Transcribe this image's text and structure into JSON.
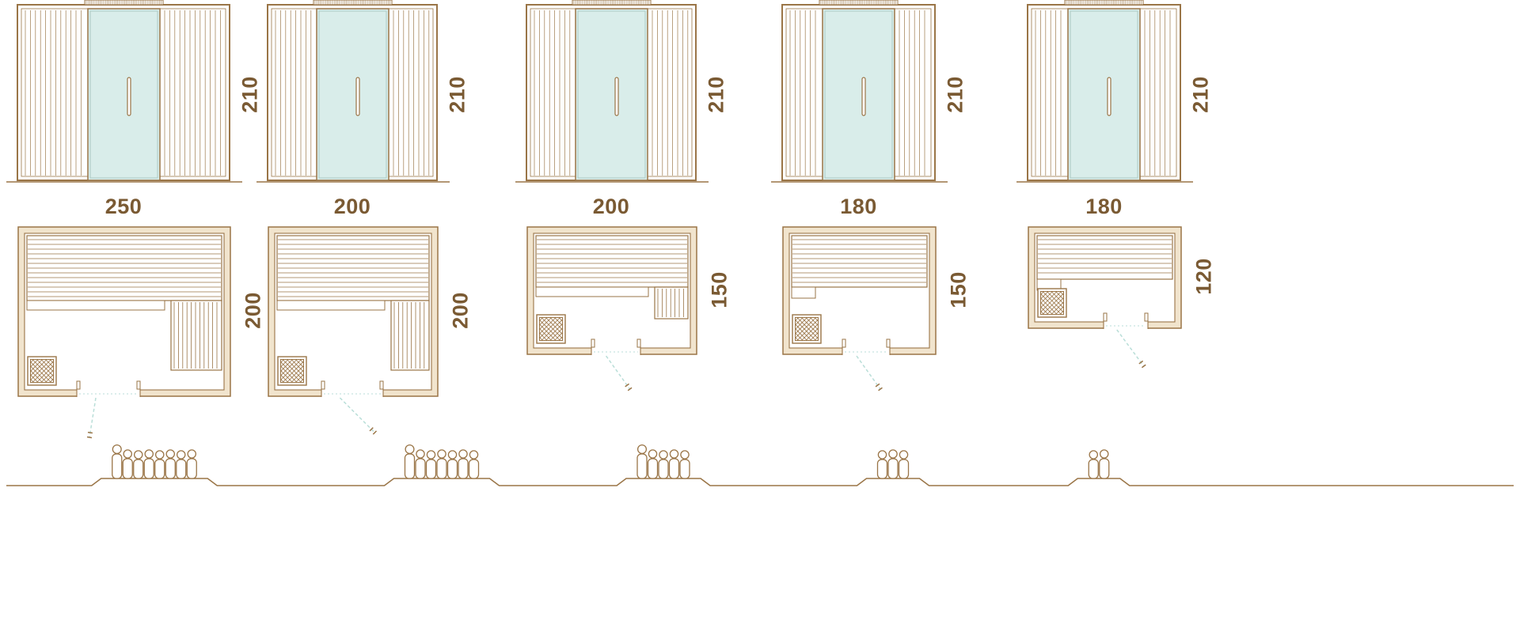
{
  "title": "Sauna cabin sizes with front elevations, floor plans and seating capacity",
  "units": "cm",
  "colors": {
    "wood": "#9a7547",
    "label": "#7a5a33",
    "glass": "#d9edea",
    "glass_edge": "#aacbc6",
    "wall_fill": "#f1e4cd",
    "swing": "#b9ded8",
    "background": "#ffffff"
  },
  "saunas": [
    {
      "name": "sauna-250x200",
      "width_label": "250",
      "depth_label": "200",
      "height_label": "210",
      "width_cm": 250,
      "depth_cm": 200,
      "height_cm": 210,
      "capacity": 8,
      "plan_config": {
        "bench_frac": 0.44,
        "step_band": true,
        "right_bench_w": 64,
        "right_bench_long": true,
        "door_center_frac": 0.43,
        "door_gap": 80,
        "swing": [
          -8,
          50
        ]
      }
    },
    {
      "name": "sauna-200x200",
      "width_label": "200",
      "depth_label": "200",
      "height_label": "210",
      "width_cm": 200,
      "depth_cm": 200,
      "height_cm": 210,
      "capacity": 7,
      "plan_config": {
        "bench_frac": 0.44,
        "step_band": true,
        "right_bench_w": 48,
        "right_bench_long": true,
        "door_center_frac": 0.5,
        "door_gap": 78,
        "swing": [
          44,
          44
        ]
      }
    },
    {
      "name": "sauna-200x150",
      "width_label": "200",
      "depth_label": "150",
      "height_label": "210",
      "width_cm": 200,
      "depth_cm": 150,
      "height_cm": 210,
      "capacity": 5,
      "plan_config": {
        "bench_frac": 0.48,
        "step_band": true,
        "right_bench_w": 42,
        "right_bench_h": 40,
        "door_center_frac": 0.53,
        "door_gap": 62,
        "swing": [
          30,
          42
        ]
      }
    },
    {
      "name": "sauna-180x150",
      "width_label": "180",
      "depth_label": "150",
      "height_label": "210",
      "width_cm": 180,
      "depth_cm": 150,
      "height_cm": 210,
      "capacity": 3,
      "plan_config": {
        "bench_frac": 0.48,
        "left_step": true,
        "door_center_frac": 0.55,
        "door_gap": 60,
        "swing": [
          30,
          42
        ]
      }
    },
    {
      "name": "sauna-180x120",
      "width_label": "180",
      "depth_label": "120",
      "height_label": "210",
      "width_cm": 180,
      "depth_cm": 120,
      "height_cm": 210,
      "capacity": 2,
      "plan_config": {
        "bench_frac": 0.52,
        "left_step": true,
        "door_center_frac": 0.64,
        "door_gap": 56,
        "swing": [
          34,
          46
        ]
      }
    }
  ]
}
